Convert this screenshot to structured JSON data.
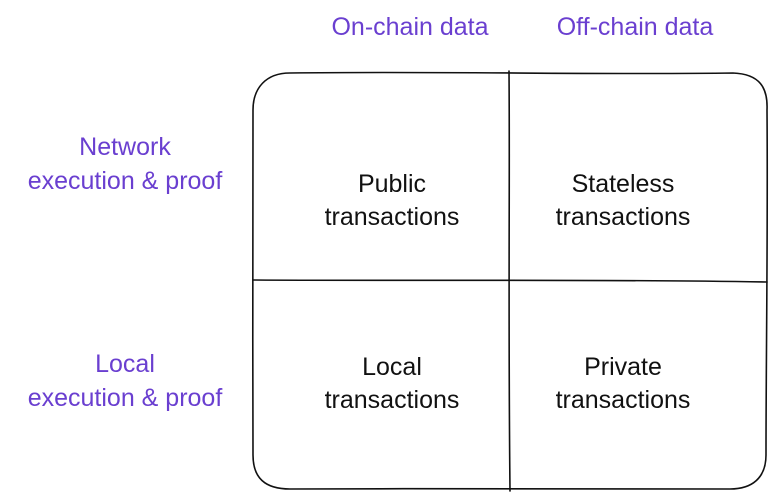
{
  "columns": [
    "On-chain data",
    "Off-chain data"
  ],
  "rows": [
    {
      "line1": "Network",
      "line2": "execution & proof"
    },
    {
      "line1": "Local",
      "line2": "execution & proof"
    }
  ],
  "cells": [
    {
      "line1": "Public",
      "line2": "transactions"
    },
    {
      "line1": "Stateless",
      "line2": "transactions"
    },
    {
      "line1": "Local",
      "line2": "transactions"
    },
    {
      "line1": "Private",
      "line2": "transactions"
    }
  ],
  "colors": {
    "header_text": "#6a3fd0",
    "cell_text": "#111111",
    "grid_stroke": "#111111"
  }
}
